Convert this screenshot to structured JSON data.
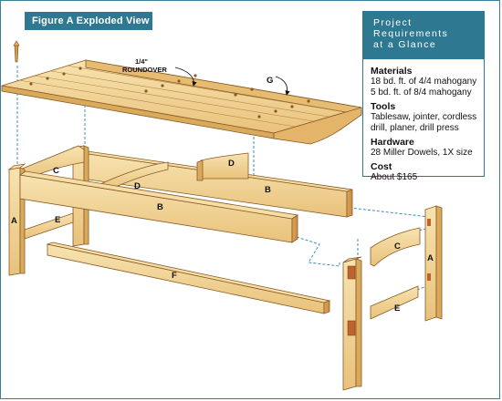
{
  "figure": {
    "title": "Figure A  Exploded View"
  },
  "requirements": {
    "heading": [
      "Project",
      "Requirements",
      "at a Glance"
    ],
    "sections": [
      {
        "title": "Materials",
        "lines": [
          "18 bd. ft. of 4/4 mahogany",
          "5 bd. ft. of 8/4 mahogany"
        ]
      },
      {
        "title": "Tools",
        "lines": [
          "Tablesaw, jointer, cordless",
          "drill, planer, drill press"
        ]
      },
      {
        "title": "Hardware",
        "lines": [
          "28 Miller Dowels, 1X size"
        ]
      },
      {
        "title": "Cost",
        "lines": [
          "About $165"
        ]
      }
    ]
  },
  "callouts": {
    "roundover": [
      "1/4\"",
      "ROUNDOVER"
    ],
    "g": "G",
    "a_left": "A",
    "a_right": "A",
    "b_front": "B",
    "b_back": "B",
    "c_left": "C",
    "c_right": "C",
    "d_left": "D",
    "d_right": "D",
    "e_left": "E",
    "e_right": "E",
    "f": "F"
  },
  "colors": {
    "accent": "#2f7891",
    "wood": "#f2d79a",
    "wood_dark": "#d9a95c",
    "wood_edge": "#8a5a22",
    "dash": "#2f7fb0"
  }
}
